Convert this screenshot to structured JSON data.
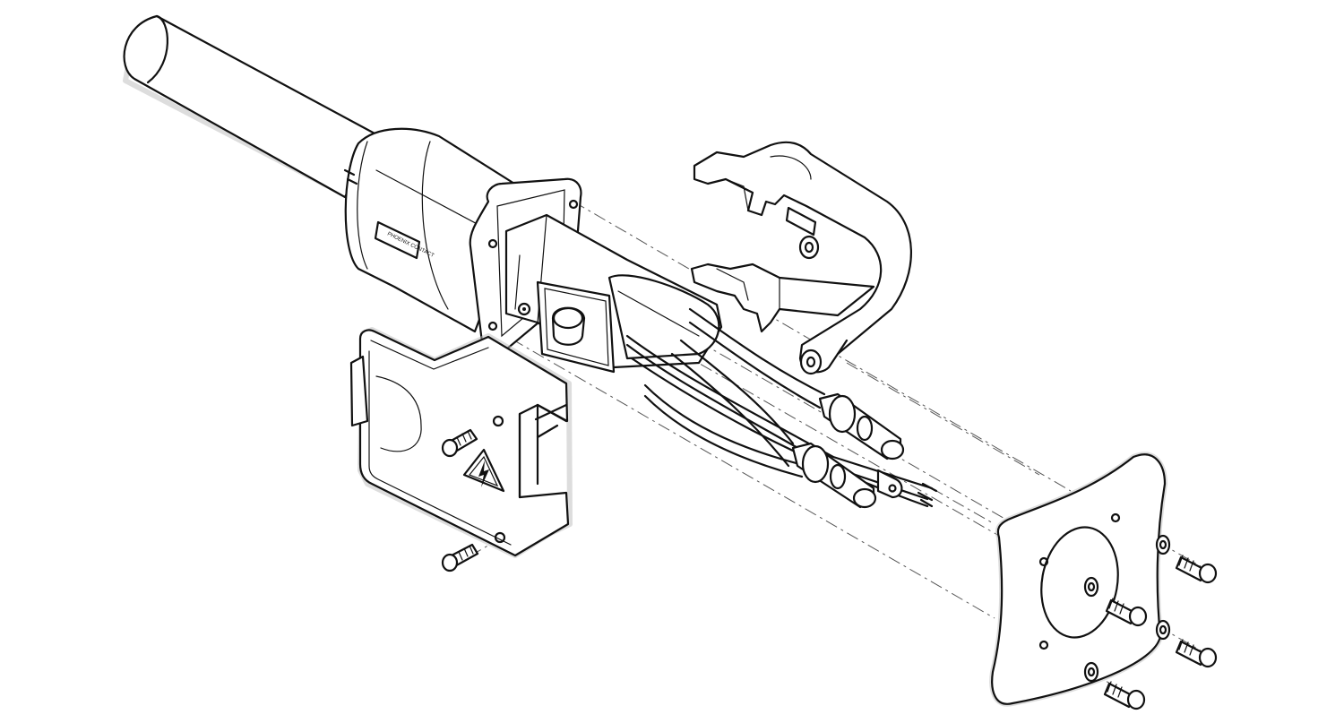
{
  "figure": {
    "style": "isometric exploded line drawing",
    "line_color": "#111111",
    "background": "#ffffff",
    "parts": [
      "cable",
      "cable-gland-housing",
      "mounting-flange",
      "contact-carrier",
      "strain-relief-bolt",
      "wire-conductors",
      "locking-clip",
      "terminal-cover",
      "warning-label-icon",
      "cover-screw",
      "panel-gasket",
      "washer",
      "mounting-screw"
    ],
    "brand_plate": {
      "text": "PHOENIX CONTACT"
    }
  }
}
